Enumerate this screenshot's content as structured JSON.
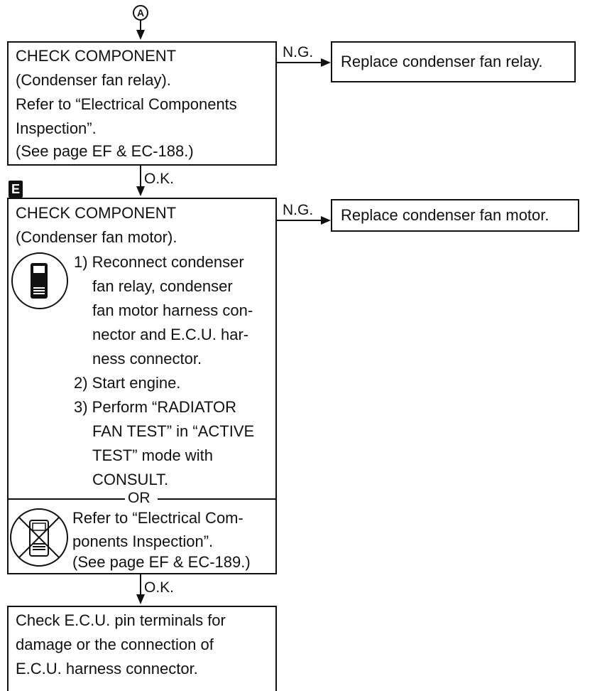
{
  "connector_label": "A",
  "step_label": "E",
  "box1": {
    "lines": [
      "CHECK COMPONENT",
      "(Condenser fan relay).",
      "Refer to “Electrical Components",
      "Inspection”.",
      "(See page EF & EC-188.)"
    ]
  },
  "box1_ng": {
    "label": "N.G.",
    "result": "Replace condenser fan relay."
  },
  "box1_ok": "O.K.",
  "box2": {
    "title_lines": [
      "CHECK COMPONENT",
      "(Condenser fan motor)."
    ],
    "steps_lines": [
      "1) Reconnect condenser",
      "fan relay, condenser",
      "fan motor harness con-",
      "nector and E.C.U. har-",
      "ness connector.",
      "2) Start engine.",
      "3) Perform “RADIATOR",
      "FAN TEST” in “ACTIVE",
      "TEST” mode with",
      "CONSULT."
    ],
    "or_label": "OR",
    "alt_lines": [
      "Refer to “Electrical Com-",
      "ponents Inspection”.",
      "(See page EF & EC-189.)"
    ]
  },
  "box2_ng": {
    "label": "N.G.",
    "result": "Replace condenser fan motor."
  },
  "box2_ok": "O.K.",
  "box3": {
    "lines": [
      "Check E.C.U. pin terminals for",
      "damage or the connection of",
      "E.C.U. harness connector."
    ]
  },
  "icons": {
    "consult_tool": "consult-tester-icon",
    "no_consult_tool": "no-consult-tester-icon"
  }
}
